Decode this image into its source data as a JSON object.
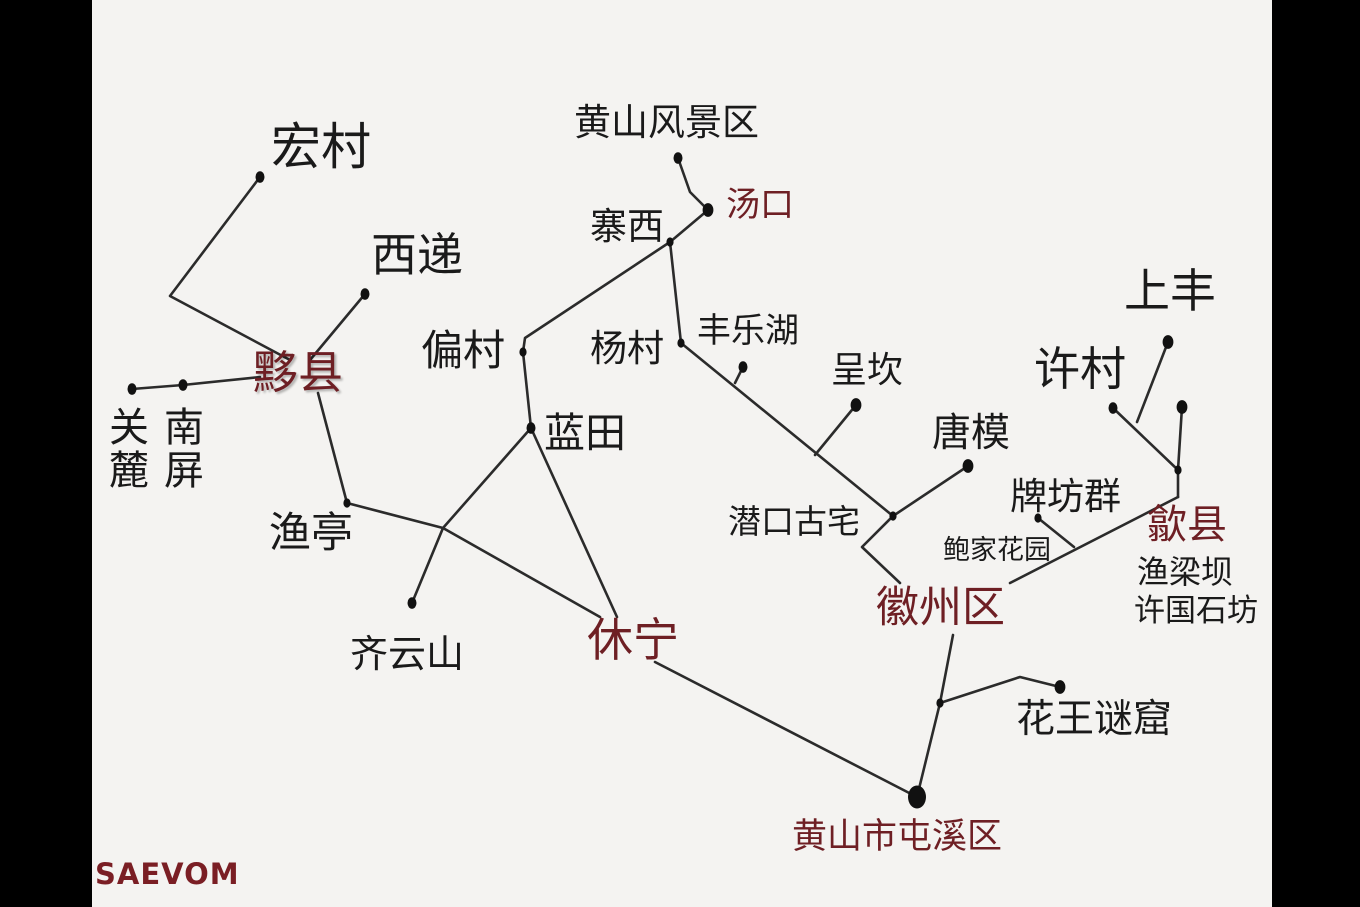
{
  "colors": {
    "ink": "#2b2b2b",
    "text": "#1a1a1a",
    "accent": "#6e1f24",
    "paper": "#f4f3f1"
  },
  "places": [
    {
      "id": "huangshan-scenic",
      "text": "黄山风景区",
      "red": false
    },
    {
      "id": "tangkou",
      "text": "汤口",
      "red": true
    },
    {
      "id": "zhaixi",
      "text": "寨西",
      "red": false
    },
    {
      "id": "hongcun",
      "text": "宏村",
      "red": false
    },
    {
      "id": "xidi",
      "text": "西递",
      "red": false
    },
    {
      "id": "yixian",
      "text": "黟县",
      "red": true
    },
    {
      "id": "guanlu",
      "text": "关麓",
      "red": false
    },
    {
      "id": "nanping",
      "text": "南屏",
      "red": false
    },
    {
      "id": "piancun",
      "text": "偏村",
      "red": false
    },
    {
      "id": "yangcun",
      "text": "杨村",
      "red": false
    },
    {
      "id": "fenglehu",
      "text": "丰乐湖",
      "red": false
    },
    {
      "id": "chengkan",
      "text": "呈坎",
      "red": false
    },
    {
      "id": "tangmo",
      "text": "唐模",
      "red": false
    },
    {
      "id": "shangfeng",
      "text": "上丰",
      "red": false
    },
    {
      "id": "xucun",
      "text": "许村",
      "red": false
    },
    {
      "id": "lantian",
      "text": "蓝田",
      "red": false
    },
    {
      "id": "yuting",
      "text": "渔亭",
      "red": false
    },
    {
      "id": "qiankou",
      "text": "潜口古宅",
      "red": false
    },
    {
      "id": "paifangqun",
      "text": "牌坊群",
      "red": false
    },
    {
      "id": "shexian",
      "text": "歙县",
      "red": true
    },
    {
      "id": "baojia",
      "text": "鲍家花园",
      "red": false
    },
    {
      "id": "yuliangba",
      "text": "渔梁坝",
      "red": false
    },
    {
      "id": "xuguo",
      "text": "许国石坊",
      "red": false
    },
    {
      "id": "huizhou",
      "text": "徽州区",
      "red": true
    },
    {
      "id": "qiyunshan",
      "text": "齐云山",
      "red": false
    },
    {
      "id": "xiuning",
      "text": "休宁",
      "red": true
    },
    {
      "id": "huawang",
      "text": "花王谜窟",
      "red": false
    },
    {
      "id": "tunxi",
      "text": "黄山市屯溪区",
      "red": true
    }
  ],
  "signature": "SAEVOM"
}
